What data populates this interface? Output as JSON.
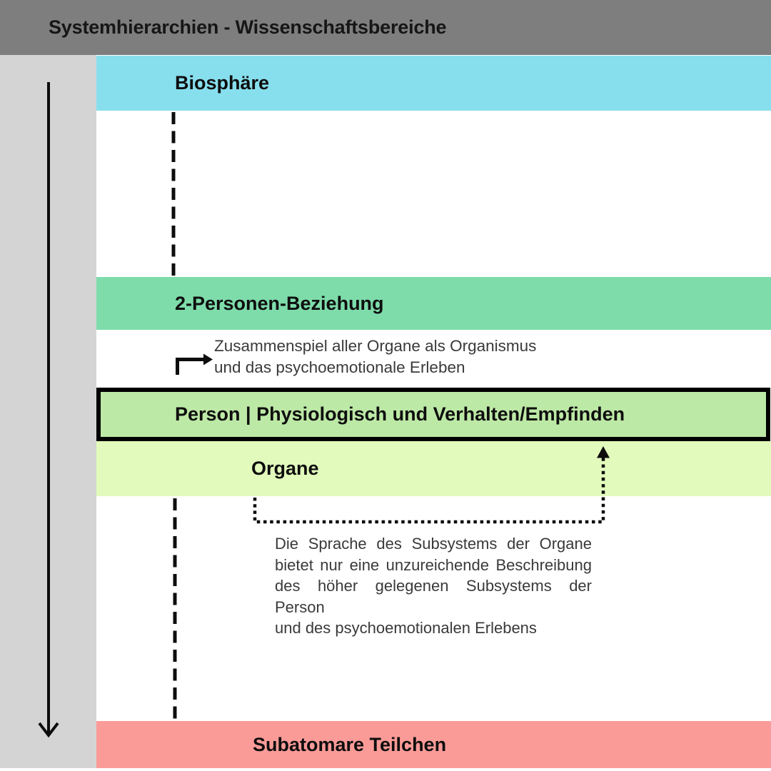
{
  "title_bar": {
    "title": "Systemhierarchien - Wissenschaftsbereiche"
  },
  "hierarchy_bands": [
    {
      "label": "Biosphäre",
      "color": "#87dfee"
    },
    {
      "label": "2-Personen-Beziehung",
      "color": "#7edcab"
    },
    {
      "label": "Person | Physiologisch und Verhalten/Empfinden",
      "color": "#bde9a6",
      "border_color": "#000000"
    },
    {
      "label": "Organe",
      "color": "#e2fbbc"
    },
    {
      "label": "Subatomare Teilchen",
      "color": "#fb9b98"
    }
  ],
  "annotations": {
    "organism_note": {
      "lines": [
        "Zusammenspiel aller Organe als Organismus",
        "und das psychoemotionale Erleben"
      ]
    },
    "language_note": {
      "lines": [
        "Die Sprache des Subsystems der Organe",
        "bietet nur eine unzureichende Beschreibung",
        "des höher gelegenen Subsystems der Person",
        "und des psychoemotionalen Erlebens"
      ]
    }
  },
  "icons": {
    "sidebar_arrow": "down-arrow",
    "organism_arrow": "elbow-right-arrow",
    "language_arrow": "dotted-up-arrow",
    "biosphere_connector": "dashed-vertical-line",
    "subatomic_connector": "dashed-vertical-line"
  },
  "colors": {
    "header_bg": "#7e7e7e",
    "sidebar_bg": "#d4d4d4",
    "connector": "#000000",
    "note_text": "#3a3a3a",
    "label_text": "#0e0e0e"
  }
}
